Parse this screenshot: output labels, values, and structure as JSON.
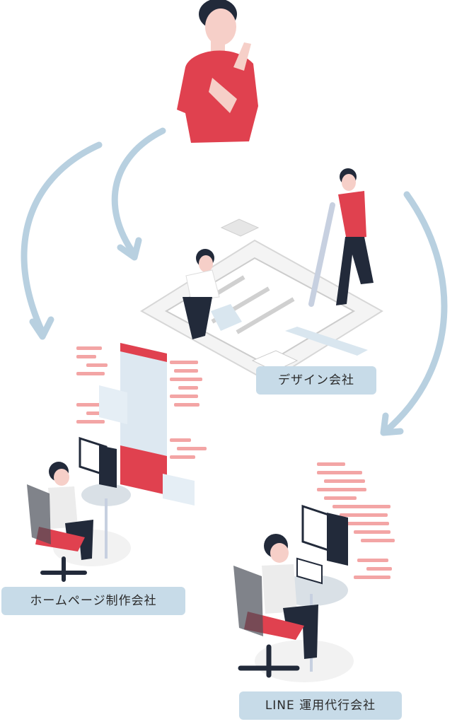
{
  "labels": {
    "design_company": "デザイン会社",
    "homepage_company": "ホームページ制作会社",
    "line_company": "LINE 運用代行会社"
  },
  "colors": {
    "arrow": "#b8d0e0",
    "label_bg": "#c7dbe8",
    "accent_red": "#e0414f",
    "code_red": "#f3a5a5",
    "dark": "#222a3a"
  },
  "icons": [
    "thinking-person-icon",
    "curved-arrow-icon",
    "designer-team-icon",
    "web-developer-icon",
    "line-operator-icon"
  ]
}
